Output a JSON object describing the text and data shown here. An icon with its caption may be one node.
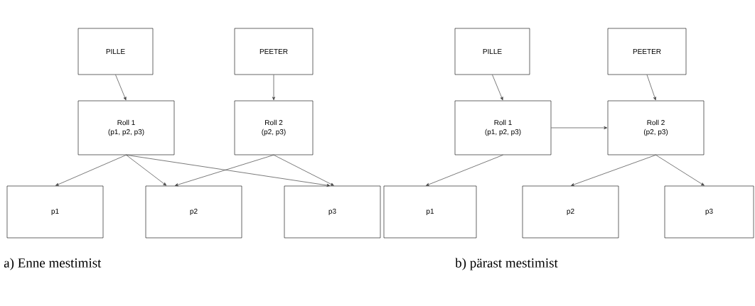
{
  "diagram": {
    "nodes": [
      {
        "text": [
          "PILLE"
        ]
      },
      {
        "text": [
          "PEETER"
        ]
      },
      {
        "text": [
          "Roll 1",
          "(p1, p2, p3)"
        ]
      },
      {
        "text": [
          "Roll 2",
          "(p2, p3)"
        ]
      },
      {
        "text": [
          "p1"
        ]
      },
      {
        "text": [
          "p2"
        ]
      },
      {
        "text": [
          "p3"
        ]
      },
      {
        "text": [
          "PILLE"
        ]
      },
      {
        "text": [
          "PEETER"
        ]
      },
      {
        "text": [
          "Roll 1",
          "(p1, p2, p3)"
        ]
      },
      {
        "text": [
          "Roll 2",
          "(p2, p3)"
        ]
      },
      {
        "text": [
          "p1"
        ]
      },
      {
        "text": [
          "p2"
        ]
      },
      {
        "text": [
          "p3"
        ]
      }
    ],
    "edges": [
      {
        "from": 0,
        "to": 2,
        "arrow": "to"
      },
      {
        "from": 1,
        "to": 3,
        "arrow": "to"
      },
      {
        "from": 2,
        "to": 4,
        "arrow": "to"
      },
      {
        "from": 2,
        "to": 5,
        "arrow": "to"
      },
      {
        "from": 2,
        "to": 6,
        "arrow": "to"
      },
      {
        "from": 3,
        "to": 5,
        "arrow": "to"
      },
      {
        "from": 3,
        "to": 6,
        "arrow": "to"
      },
      {
        "from": 7,
        "to": 9,
        "arrow": "to"
      },
      {
        "from": 8,
        "to": 10,
        "arrow": "to"
      },
      {
        "from": 9,
        "to": 10,
        "arrow": "to"
      },
      {
        "from": 9,
        "to": 11,
        "arrow": "to"
      },
      {
        "from": 10,
        "to": 12,
        "arrow": "to"
      },
      {
        "from": 10,
        "to": 13,
        "arrow": "to"
      }
    ],
    "labels": [
      "a) Enne mestimist",
      "b) pärast mestimist"
    ]
  }
}
